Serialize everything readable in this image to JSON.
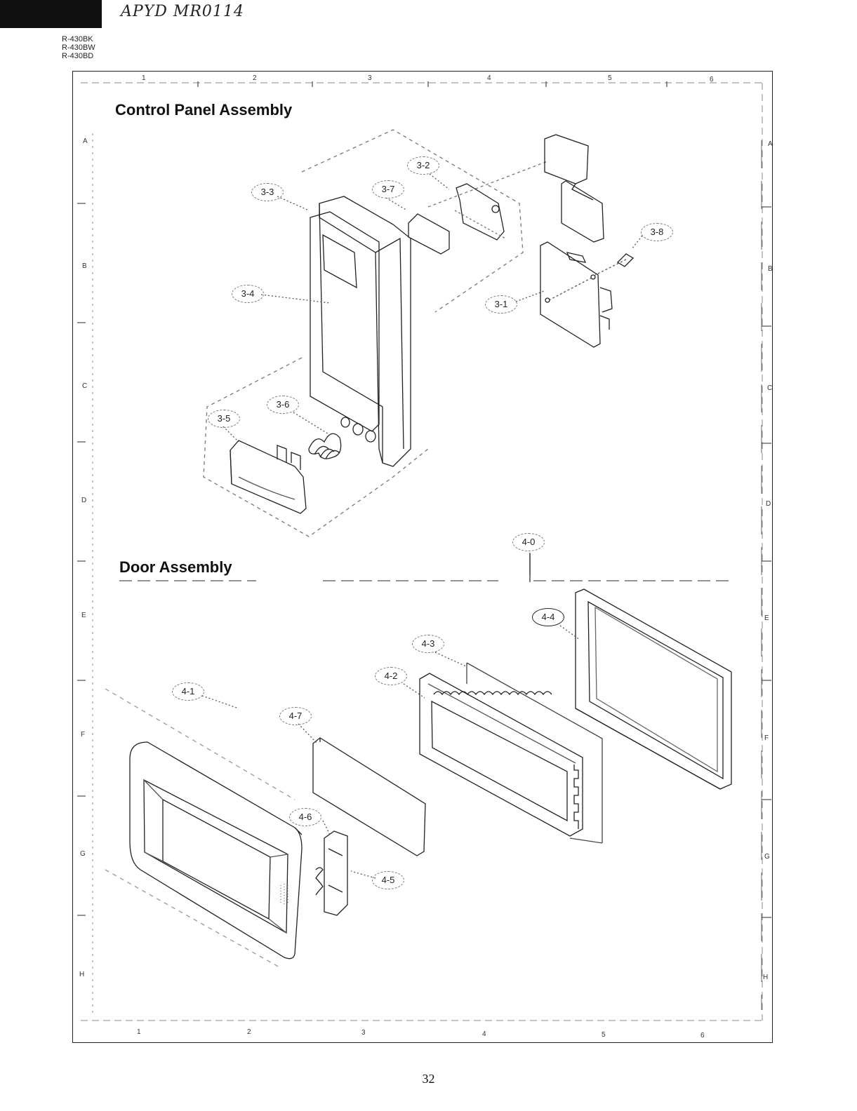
{
  "header": {
    "handwritten_note": "APYD MR0114",
    "models": [
      "R-430BK",
      "R-430BW",
      "R-430BD"
    ]
  },
  "grid": {
    "columns": [
      "1",
      "2",
      "3",
      "4",
      "5",
      "6"
    ],
    "rows": [
      "A",
      "B",
      "C",
      "D",
      "E",
      "F",
      "G",
      "H"
    ]
  },
  "sections": {
    "control_panel": {
      "title": "Control Panel Assembly",
      "callouts": [
        "3-1",
        "3-2",
        "3-3",
        "3-4",
        "3-5",
        "3-6",
        "3-7",
        "3-8"
      ]
    },
    "door": {
      "title": "Door Assembly",
      "callouts": [
        "4-0",
        "4-1",
        "4-2",
        "4-3",
        "4-4",
        "4-5",
        "4-6",
        "4-7"
      ]
    }
  },
  "footer": {
    "page_number": "32"
  }
}
